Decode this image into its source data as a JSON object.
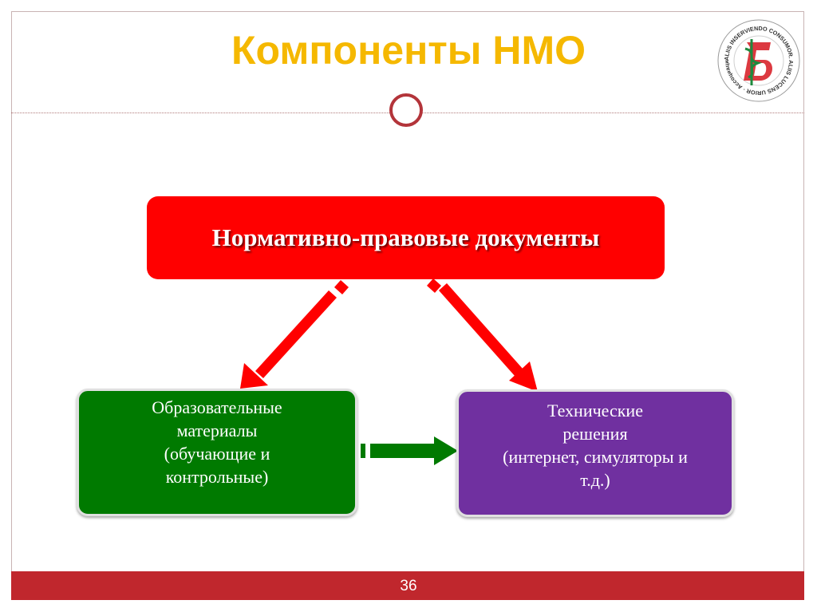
{
  "slide": {
    "title": "Компоненты НМО",
    "page_number": "36"
  },
  "logo": {
    "ring_text": "ALIIS INSERVIENDO CONSUMOR. ALIIS LUCENS URIOR · Ассоциация врачей Республики Марий Эл",
    "colors": {
      "ring": "#1e8a3e",
      "letter": "#d8242b"
    }
  },
  "diagram": {
    "top_box": {
      "label": "Нормативно-правовые документы",
      "color": "#ff0000"
    },
    "left_box": {
      "lines": [
        "Образовательные",
        "материалы",
        "(обучающие и",
        "контрольные)"
      ],
      "color": "#007a00"
    },
    "right_box": {
      "lines": [
        "Технические",
        "решения",
        "(интернет, симуляторы и",
        "т.д.)"
      ],
      "color": "#7030a0"
    },
    "arrow_colors": {
      "red": "#ff0000",
      "green": "#007a00"
    }
  },
  "colors": {
    "title": "#f5b800",
    "footer": "#c0272d",
    "circle": "#b3343a"
  }
}
